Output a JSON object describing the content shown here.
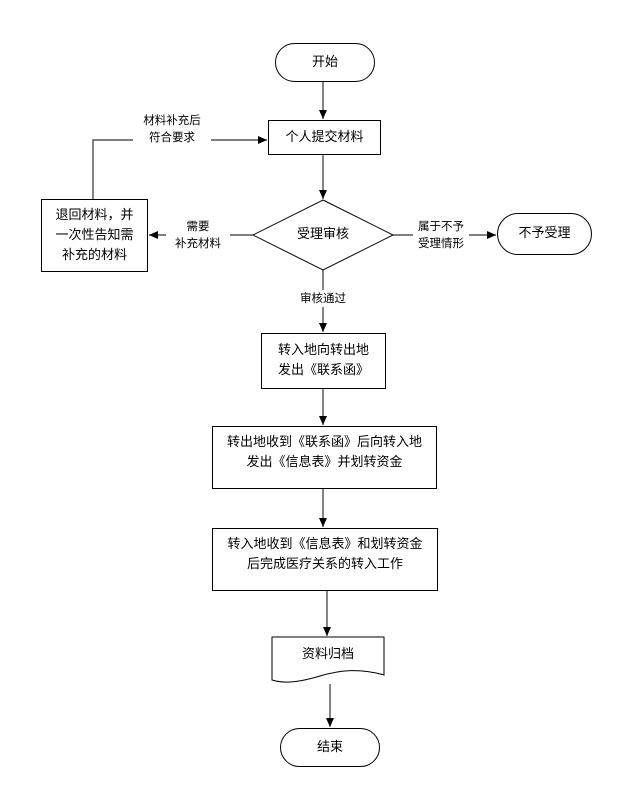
{
  "flowchart": {
    "nodes": {
      "start": {
        "label": "开始",
        "shape": "terminal"
      },
      "submit": {
        "label": "个人提交材料",
        "shape": "process"
      },
      "review": {
        "label": "受理审核",
        "shape": "decision"
      },
      "return_materials": {
        "label": "退回材料，并\n一次性告知需\n补充的材料",
        "shape": "process"
      },
      "reject": {
        "label": "不予受理",
        "shape": "terminal"
      },
      "send_letter": {
        "label": "转入地向转出地\n发出《联系函》",
        "shape": "process"
      },
      "send_info": {
        "label": "转出地收到《联系函》后向转入地\n发出《信息表》并划转资金",
        "shape": "process"
      },
      "complete_transfer": {
        "label": "转入地收到《信息表》和划转资金\n后完成医疗关系的转入工作",
        "shape": "process"
      },
      "archive": {
        "label": "资料归档",
        "shape": "document"
      },
      "end": {
        "label": "结束",
        "shape": "terminal"
      }
    },
    "edge_labels": {
      "resubmit": "材料补充后\n符合要求",
      "need_more": "需要\n补充材料",
      "not_accepted": "属于不予\n受理情形",
      "approved": "审核通过"
    },
    "edges": [
      {
        "from": "start",
        "to": "submit"
      },
      {
        "from": "submit",
        "to": "review"
      },
      {
        "from": "review",
        "to": "return_materials",
        "label": "need_more"
      },
      {
        "from": "review",
        "to": "reject",
        "label": "not_accepted"
      },
      {
        "from": "review",
        "to": "send_letter",
        "label": "approved"
      },
      {
        "from": "return_materials",
        "to": "submit",
        "label": "resubmit"
      },
      {
        "from": "send_letter",
        "to": "send_info"
      },
      {
        "from": "send_info",
        "to": "complete_transfer"
      },
      {
        "from": "complete_transfer",
        "to": "archive"
      },
      {
        "from": "archive",
        "to": "end"
      }
    ],
    "colors": {
      "stroke": "#000000",
      "line": "#333333",
      "fill": "#ffffff"
    }
  }
}
